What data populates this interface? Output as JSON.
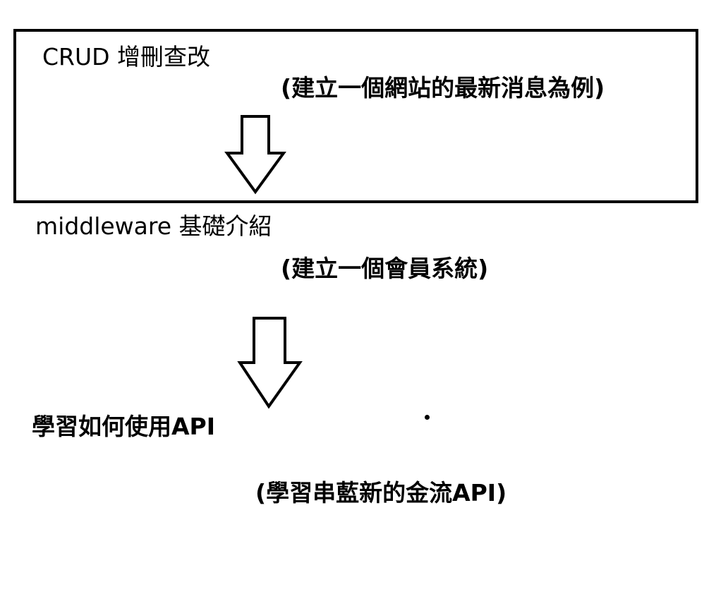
{
  "steps": [
    {
      "title": "CRUD 增刪查改",
      "subtitle": "(建立一個網站的最新消息為例)"
    },
    {
      "title": "middleware 基礎介紹",
      "subtitle": "(建立一個會員系統)"
    },
    {
      "title": "學習如何使用API",
      "subtitle": "(學習串藍新的金流API)"
    }
  ],
  "colors": {
    "stroke": "#000000",
    "background": "#ffffff"
  }
}
